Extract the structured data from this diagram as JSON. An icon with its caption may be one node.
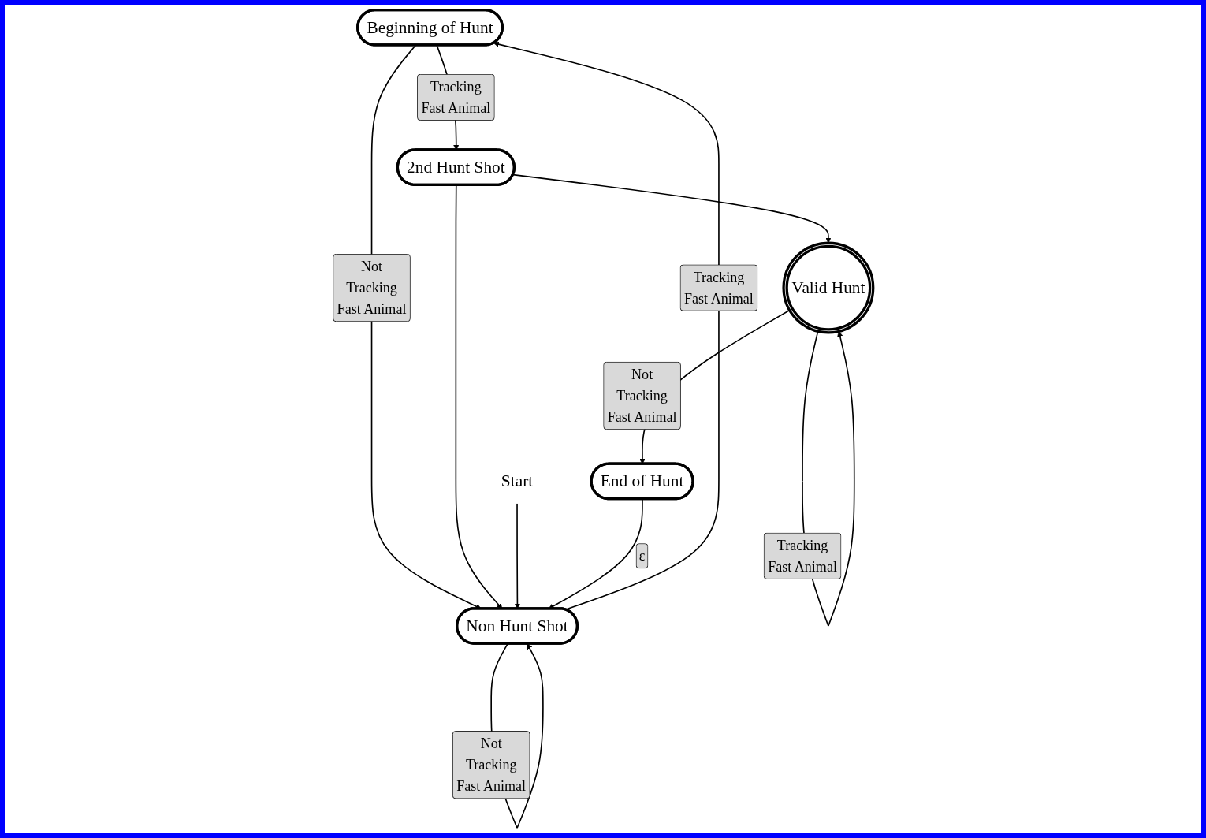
{
  "diagram": {
    "nodes": [
      {
        "text": [
          "Beginning of Hunt"
        ]
      },
      {
        "text": [
          "Non Hunt Shot"
        ]
      },
      {
        "text": [
          "2nd Hunt Shot"
        ]
      },
      {
        "text": [
          "Start"
        ]
      },
      {
        "text": [
          "End of Hunt"
        ]
      },
      {
        "text": [
          "Valid Hunt"
        ]
      }
    ],
    "edges": [
      {
        "from": 1,
        "to": 1,
        "arrow": "to",
        "label": "Not Tracking Fast Animal"
      },
      {
        "from": 1,
        "to": 0,
        "arrow": "to",
        "label": "Tracking Fast Animal"
      },
      {
        "from": 0,
        "to": 1,
        "arrow": "to",
        "label": "Not Tracking Fast Animal"
      },
      {
        "from": 0,
        "to": 2,
        "arrow": "to",
        "label": "Tracking Fast Animal"
      },
      {
        "from": 2,
        "to": 1,
        "arrow": "to"
      },
      {
        "from": 3,
        "to": 1,
        "arrow": "to"
      },
      {
        "from": 2,
        "to": 5,
        "arrow": "to"
      },
      {
        "from": 5,
        "to": 5,
        "arrow": "to",
        "label": "Tracking Fast Animal"
      },
      {
        "from": 5,
        "to": 4,
        "arrow": "to",
        "label": "Not Tracking Fast Animal"
      },
      {
        "from": 4,
        "to": 1,
        "arrow": "to",
        "label": "ε"
      }
    ]
  }
}
